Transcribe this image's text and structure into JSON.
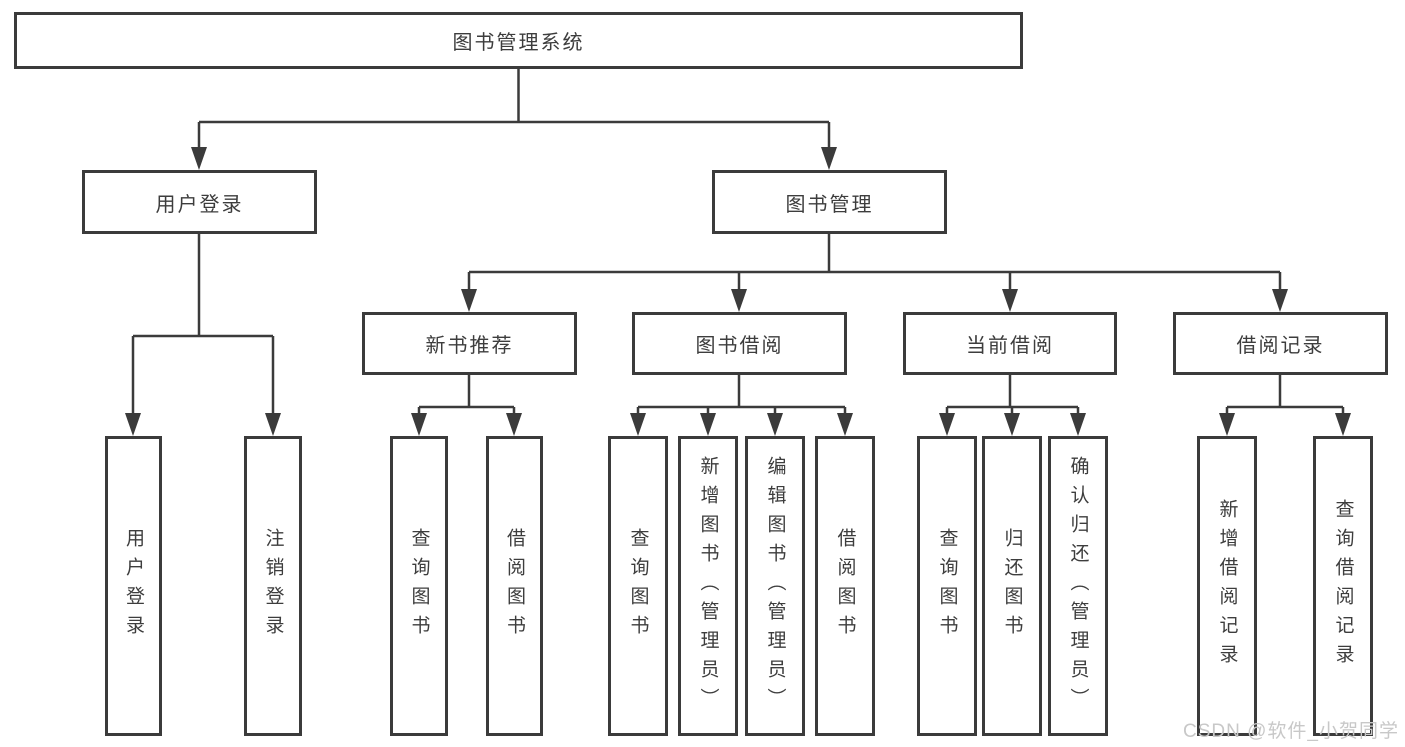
{
  "diagram": {
    "root": {
      "label": "图书管理系统"
    },
    "level2": {
      "user_login": {
        "label": "用户登录"
      },
      "book_mgmt": {
        "label": "图书管理"
      }
    },
    "level3": {
      "new_book_rec": {
        "label": "新书推荐"
      },
      "book_borrow": {
        "label": "图书借阅"
      },
      "current_borrow": {
        "label": "当前借阅"
      },
      "borrow_records": {
        "label": "借阅记录"
      }
    },
    "leaves": {
      "user_login_action": "用户登录",
      "logout_action": "注销登录",
      "rec_query_books": "查询图书",
      "rec_borrow_books": "借阅图书",
      "borrow_query_books": "查询图书",
      "borrow_add_books": "新增图书（管理员）",
      "borrow_edit_books": "编辑图书（管理员）",
      "borrow_borrow_books": "借阅图书",
      "current_query_books": "查询图书",
      "current_return_books": "归还图书",
      "current_confirm_return": "确认归还（管理员）",
      "records_add_record": "新增借阅记录",
      "records_query_record": "查询借阅记录"
    }
  },
  "watermark": "CSDN @软件_小贺同学",
  "colors": {
    "line": "#3b3b3b",
    "text": "#3d3d3d",
    "watermark": "#c8c8c8",
    "background": "#ffffff"
  }
}
